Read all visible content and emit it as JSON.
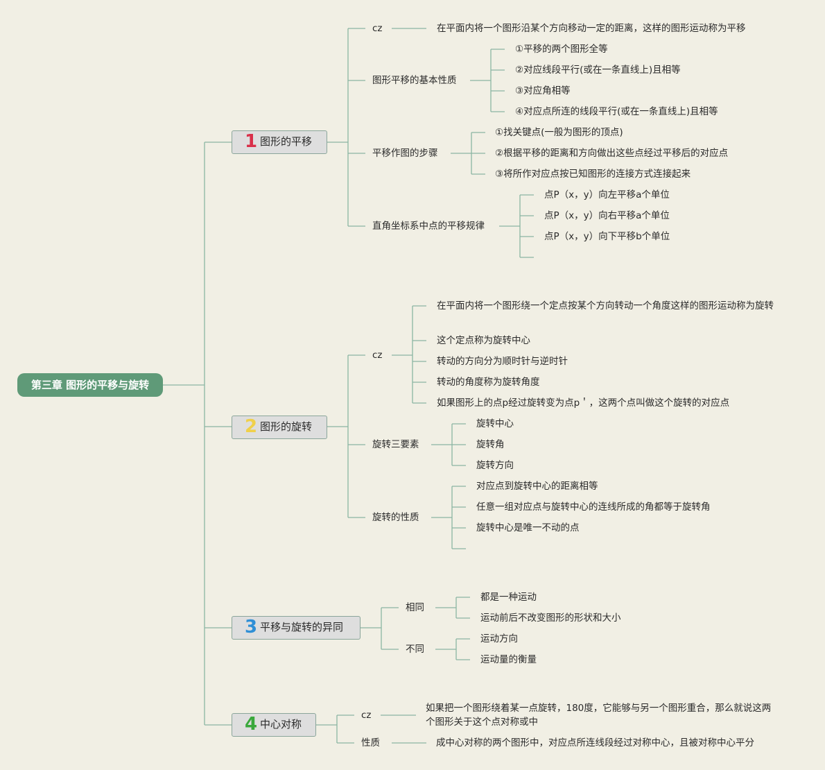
{
  "root": {
    "label": "第三章 图形的平移与旋转"
  },
  "accent_color": "#5f9a78",
  "line_color": "#8bb5a2",
  "sections": [
    {
      "num": "1",
      "num_color": "#d9304a",
      "label": "图形的平移",
      "cz": {
        "label": "cz",
        "text": "在平面内将一个图形沿某个方向移动一定的距离，这样的图形运动称为平移"
      },
      "props": {
        "label": "图形平移的基本性质",
        "items": [
          "①平移的两个图形全等",
          "②对应线段平行(或在一条直线上)且相等",
          "③对应角相等",
          "④对应点所连的线段平行(或在一条直线上)且相等"
        ]
      },
      "steps": {
        "label": "平移作图的步骤",
        "items": [
          "①找关键点(一般为图形的顶点)",
          "②根据平移的距离和方向做出这些点经过平移后的对应点",
          "③将所作对应点按已知图形的连接方式连接起来"
        ]
      },
      "coord": {
        "label": "直角坐标系中点的平移规律",
        "items": [
          "点P（x，y）向左平移a个单位",
          "点P（x，y）向右平移a个单位",
          "点P（x，y）向下平移b个单位"
        ]
      }
    },
    {
      "num": "2",
      "num_color": "#f0d04a",
      "label": "图形的旋转",
      "cz": {
        "label": "cz",
        "items": [
          "在平面内将一个图形绕一个定点按某个方向转动一个角度这样的图形运动称为旋转",
          "这个定点称为旋转中心",
          "转动的方向分为顺时针与逆时针",
          "转动的角度称为旋转角度",
          "如果图形上的点p经过旋转变为点p＇，这两个点叫做这个旋转的对应点"
        ]
      },
      "elements": {
        "label": "旋转三要素",
        "items": [
          "旋转中心",
          "旋转角",
          "旋转方向"
        ]
      },
      "props": {
        "label": "旋转的性质",
        "items": [
          "对应点到旋转中心的距离相等",
          "任意一组对应点与旋转中心的连线所成的角都等于旋转角",
          "旋转中心是唯一不动的点"
        ]
      }
    },
    {
      "num": "3",
      "num_color": "#2f8fd6",
      "label": "平移与旋转的异同",
      "same": {
        "label": "相同",
        "items": [
          "都是一种运动",
          "运动前后不改变图形的形状和大小"
        ]
      },
      "diff": {
        "label": "不同",
        "items": [
          "运动方向",
          "运动量的衡量"
        ]
      }
    },
    {
      "num": "4",
      "num_color": "#3aa83c",
      "label": "中心对称",
      "cz": {
        "label": "cz",
        "text": "如果把一个图形绕着某一点旋转，180度，它能够与另一个图形重合，那么就说这两个图形关于这个点对称或中"
      },
      "props": {
        "label": "性质",
        "text": "成中心对称的两个图形中，对应点所连线段经过对称中心，且被对称中心平分"
      }
    }
  ]
}
